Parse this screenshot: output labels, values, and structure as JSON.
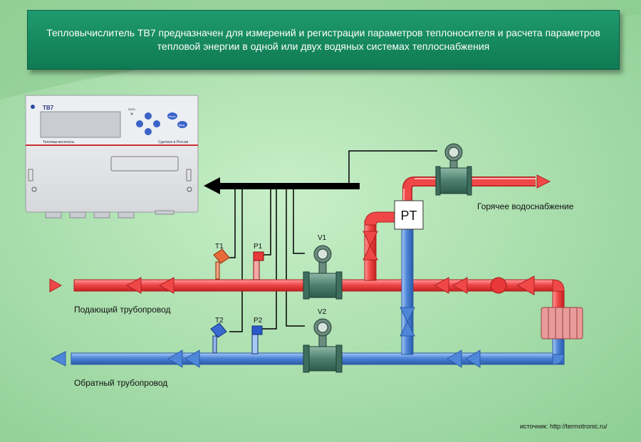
{
  "banner": {
    "title": "Тепловычислитель ТВ7 предназначен для измерений и регистрации параметров теплоносителя и расчета параметров тепловой энергии в одной или двух водяных системах теплоснабжения"
  },
  "device": {
    "model": "ТВ7",
    "network_label": "Сеть",
    "name_label": "Тепловычислитель",
    "made_label": "Сделано в России",
    "btn_menu": "Меню",
    "btn_enter": "Ввод"
  },
  "labels": {
    "supply": "Подающий трубопровод",
    "return": "Обратный трубопровод",
    "hot_water": "Горячее водоснабжение",
    "source": "источник: http://termotronic.ru/"
  },
  "sensors": {
    "t1": "T1",
    "p1": "P1",
    "v1": "V1",
    "t2": "T2",
    "p2": "P2",
    "v2": "V2",
    "pt": "PT"
  },
  "colors": {
    "supply_pipe": "#f04848",
    "return_pipe": "#4e86d8",
    "banner": "#138a5f"
  }
}
